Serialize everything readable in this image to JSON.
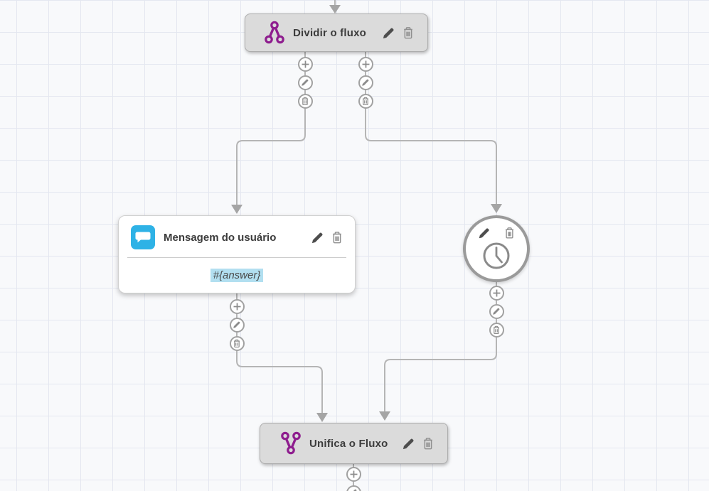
{
  "flow_canvas": {
    "background": "#f8f9fb",
    "grid_line_color": "#e4e7f0",
    "connector_color": "#b5b5b5",
    "arrowhead_color": "#a5a5a5"
  },
  "nodes": {
    "split": {
      "label": "Dividir o fluxo",
      "icon": "split-flow-icon",
      "icon_color": "#8e1d8e",
      "fill": "#dbdbdb"
    },
    "message": {
      "label": "Mensagem do usuário",
      "content": "#{answer}",
      "icon": "chat-bubble-icon",
      "icon_bg": "#2eb2e6",
      "content_highlight": "#b2dff0",
      "fill": "#ffffff"
    },
    "timer": {
      "icon": "clock-icon",
      "fill": "#ffffff"
    },
    "merge": {
      "label": "Unifica o Fluxo",
      "icon": "merge-flow-icon",
      "icon_color": "#8e1d8e",
      "fill": "#dbdbdb"
    }
  },
  "icons": {
    "add": "plus-icon",
    "edit": "pencil-icon",
    "delete": "trash-icon",
    "arrow": "arrowhead-down-icon"
  }
}
